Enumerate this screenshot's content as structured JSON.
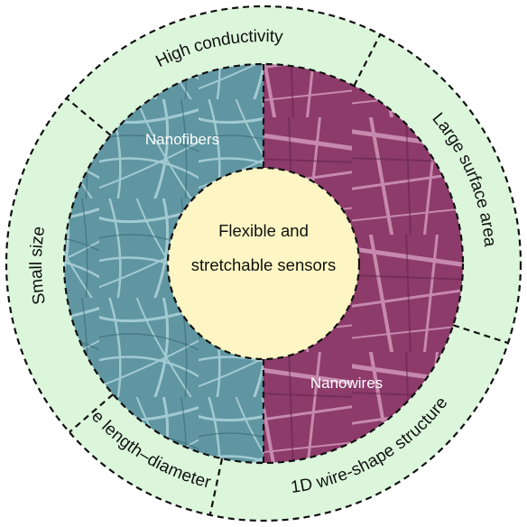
{
  "center": {
    "line1": "Flexible and",
    "line2": "stretchable sensors"
  },
  "materials": {
    "left": "Nanofibers",
    "right": "Nanowires"
  },
  "properties": [
    "High conductivity",
    "Large surface area",
    "1D wire-shape structure",
    "Large length–diameter ratio",
    "Small size"
  ],
  "colors": {
    "outer_ring": "#dcf6dc",
    "nanofiber_panel": "#5f96a2",
    "nanowire_panel": "#8c3b6a",
    "center_disc": "#fdf6c4"
  }
}
